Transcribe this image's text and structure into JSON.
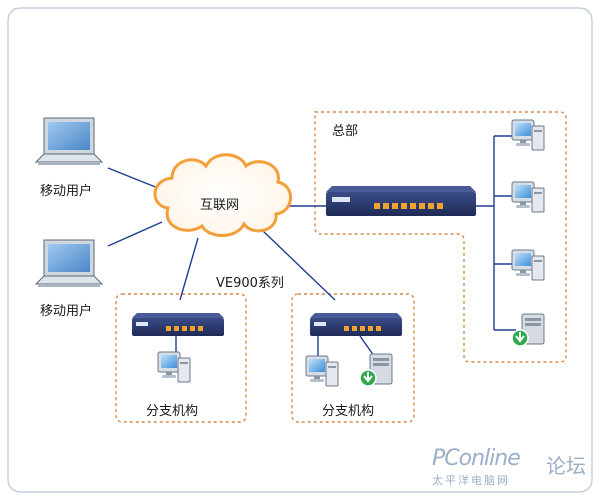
{
  "labels": {
    "mobile_user_top": "移动用户",
    "mobile_user_bottom": "移动用户",
    "internet": "互联网",
    "headquarters": "总部",
    "series": "VE900系列",
    "branch_left": "分支机构",
    "branch_right": "分支机构"
  },
  "watermark": {
    "brand": "PConline",
    "sub": "太平洋电脑网",
    "forum": "论坛"
  },
  "colors": {
    "link": "#1f3f8f",
    "border_dashed": "#d98a4a",
    "cloud_edge": "#f29e3a",
    "router_body": "#2b3a6e"
  }
}
